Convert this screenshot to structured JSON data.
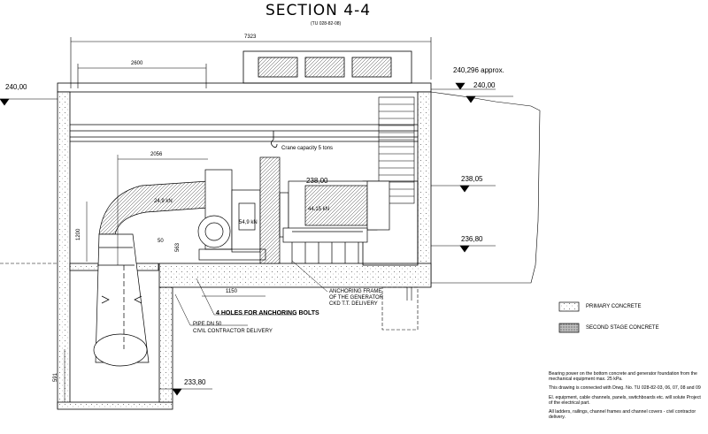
{
  "title": "SECTION 4-4",
  "subtitle": "(TU 028-82-08)",
  "levels": {
    "left_top": "240,00",
    "right_top_approx": "240,296 approx.",
    "right_top": "240,00",
    "right_mid": "238,05",
    "right_low": "236,80",
    "platform": "238,00",
    "bottom": "233,80"
  },
  "dimensions": {
    "overall_width": "7323",
    "left_span": "2600",
    "turbine_span": "2056",
    "vertical_1200": "1200",
    "small_50": "50",
    "small_563": "563",
    "anchor_span": "1150",
    "bottom_height": "591"
  },
  "labels": {
    "crane": "Crane capacity 5 tons",
    "load_1": "24,9 kN",
    "load_2": "54,9 kN",
    "load_3": "44,15 kN",
    "anchoring_holes": "4 HOLES FOR ANCHORING BOLTS",
    "anchoring_frame_1": "ANCHORING FRAME",
    "anchoring_frame_2": "OF THE GENERATOR",
    "anchoring_frame_3": "CKD T.T. DELIVERY",
    "pipe_1": "PIPE DN 50",
    "pipe_2": "CIVIL CONTRACTOR DELIVERY"
  },
  "legend": [
    {
      "label": "PRIMARY CONCRETE"
    },
    {
      "label": "SECOND STAGE CONCRETE"
    }
  ],
  "notes": [
    "Bearing power on the bottom concrete and generator foundation from the mechanical equipment max. 25 kPa.",
    "This drawing is connected with Drwg. No. TU 028-82-03, 06, 07, 08 and 09",
    "El. equipment, cable channels, panels, switchboards etc. will solute Project of the electrical part.",
    "All ladders, railings, channel frames and channel covers - civil contractor delivery."
  ]
}
